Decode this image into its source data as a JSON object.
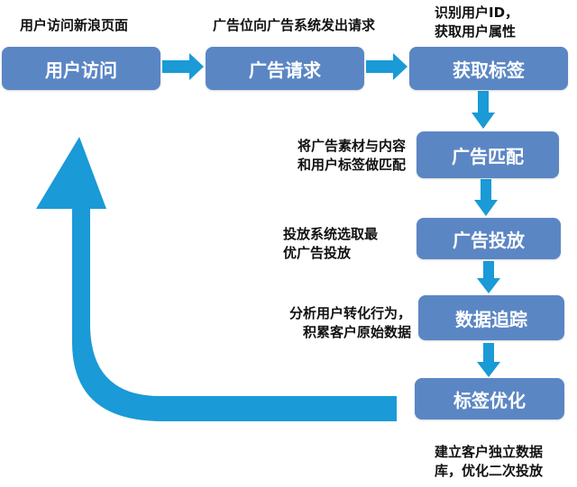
{
  "colors": {
    "box_fill": "#5b86c4",
    "arrow": "#1a9ad6",
    "text": "#111111",
    "box_text": "#ffffff"
  },
  "steps": [
    {
      "label": "用户访问"
    },
    {
      "label": "广告请求"
    },
    {
      "label": "获取标签"
    },
    {
      "label": "广告匹配"
    },
    {
      "label": "广告投放"
    },
    {
      "label": "数据追踪"
    },
    {
      "label": "标签优化"
    }
  ],
  "notes": {
    "user_visit": "用户访问新浪页面",
    "ad_request": "广告位向广告系统发出请求",
    "get_tags_l1": "识别用户ID，",
    "get_tags_l2": "获取用户属性",
    "ad_match_l1": "将广告素材与内容",
    "ad_match_l2": "和用户标签做匹配",
    "ad_delivery_l1": "投放系统选取最",
    "ad_delivery_l2": "优广告投放",
    "tracking_l1": "分析用户转化行为，",
    "tracking_l2": "积累客户原始数据",
    "optimize_l1": "建立客户独立数据",
    "optimize_l2": "库，优化二次投放"
  }
}
